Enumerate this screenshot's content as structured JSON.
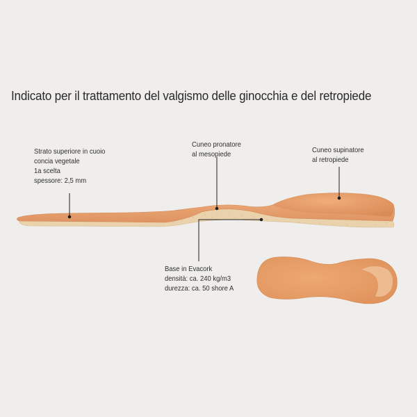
{
  "title": "Indicato per il trattamento del valgismo delle ginocchia e del retropiede",
  "callouts": {
    "top_layer": [
      "Strato superiore in cuoio",
      "concia vegetale",
      "1a scelta",
      "spessore: 2,5 mm"
    ],
    "pronator": [
      "Cuneo pronatore",
      "al mesopiede"
    ],
    "supinator": [
      "Cuneo supinatore",
      "al retropiede"
    ],
    "base": [
      "Base in Evacork",
      "densità: ca. 240 kg/m3",
      "durezza: ca. 50 shore A"
    ]
  },
  "colors": {
    "background": "#efeeec",
    "leather": "#e59a66",
    "cork": "#ead2ad",
    "leader_line": "#1f1f1f"
  }
}
